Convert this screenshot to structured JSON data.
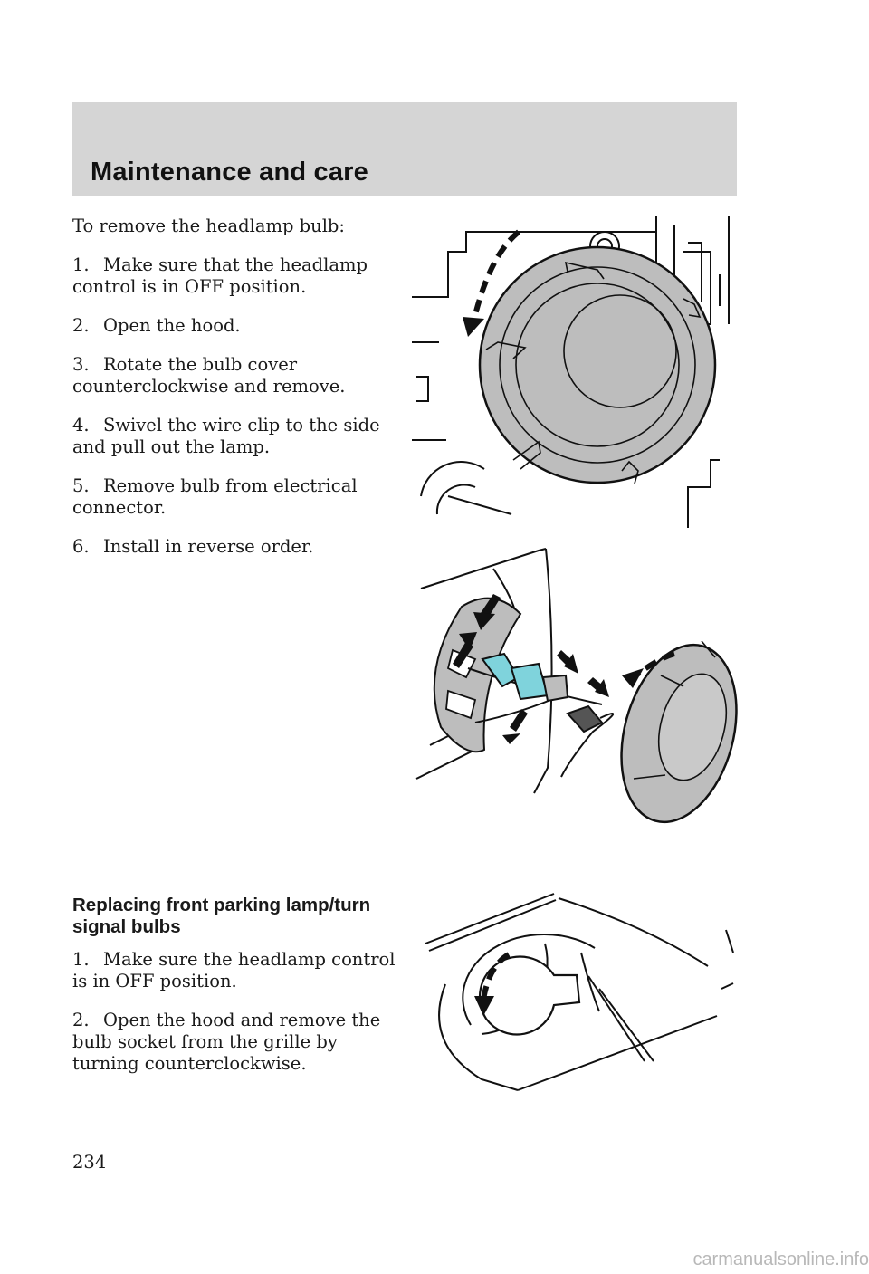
{
  "header": {
    "title": "Maintenance and care"
  },
  "section1": {
    "intro": "To remove the headlamp bulb:",
    "steps": [
      {
        "num": "1.",
        "text": "Make sure that the headlamp control is in OFF position."
      },
      {
        "num": "2.",
        "text": "Open the hood."
      },
      {
        "num": "3.",
        "text": "Rotate the bulb cover counterclockwise and remove."
      },
      {
        "num": "4.",
        "text": "Swivel the wire clip to the side and pull out the lamp."
      },
      {
        "num": "5.",
        "text": "Remove bulb from electrical connector."
      },
      {
        "num": "6.",
        "text": "Install in reverse order."
      }
    ]
  },
  "section2": {
    "heading": "Replacing front parking lamp/turn signal bulbs",
    "steps": [
      {
        "num": "1.",
        "text": "Make sure the headlamp control is in OFF position."
      },
      {
        "num": "2.",
        "text": "Open the hood and remove the bulb socket from the grille by turning counterclockwise."
      }
    ]
  },
  "page_number": "234",
  "footer": {
    "brand": "carmanualsonline.info"
  },
  "colors": {
    "band": "#d5d5d5",
    "illustration_fill": "#bdbdbd",
    "bulb_glass": "#7fd3dc"
  }
}
